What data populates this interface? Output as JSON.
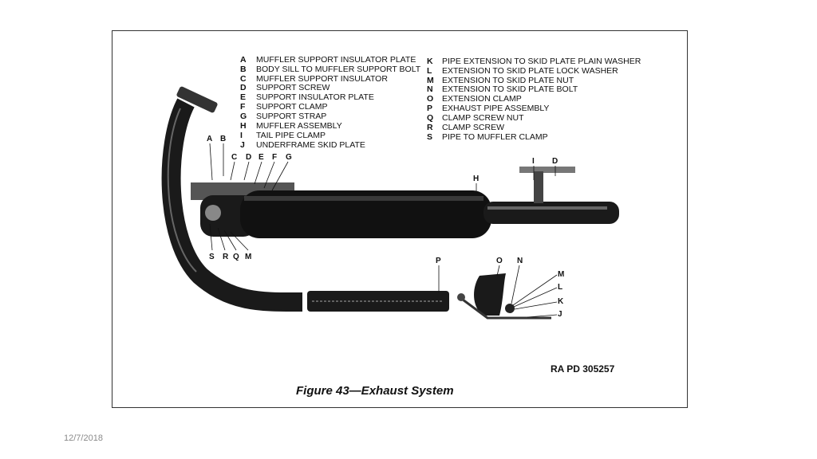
{
  "figure": {
    "caption": "Figure 43—Exhaust System",
    "reference": "RA PD 305257",
    "legend_left": [
      {
        "key": "A",
        "text": "MUFFLER SUPPORT INSULATOR PLATE"
      },
      {
        "key": "B",
        "text": "BODY SILL TO MUFFLER SUPPORT BOLT"
      },
      {
        "key": "C",
        "text": "MUFFLER SUPPORT INSULATOR"
      },
      {
        "key": "D",
        "text": "SUPPORT SCREW"
      },
      {
        "key": "E",
        "text": "SUPPORT INSULATOR PLATE"
      },
      {
        "key": "F",
        "text": "SUPPORT CLAMP"
      },
      {
        "key": "G",
        "text": "SUPPORT STRAP"
      },
      {
        "key": "H",
        "text": "MUFFLER ASSEMBLY"
      },
      {
        "key": "I",
        "text": "TAIL PIPE CLAMP"
      },
      {
        "key": "J",
        "text": "UNDERFRAME SKID PLATE"
      }
    ],
    "legend_right": [
      {
        "key": "K",
        "text": "PIPE EXTENSION TO SKID PLATE PLAIN WASHER"
      },
      {
        "key": "L",
        "text": "EXTENSION TO SKID PLATE LOCK WASHER"
      },
      {
        "key": "M",
        "text": "EXTENSION TO SKID PLATE NUT"
      },
      {
        "key": "N",
        "text": "EXTENSION TO SKID PLATE BOLT"
      },
      {
        "key": "O",
        "text": "EXTENSION CLAMP"
      },
      {
        "key": "P",
        "text": "EXHAUST PIPE ASSEMBLY"
      },
      {
        "key": "Q",
        "text": "CLAMP SCREW NUT"
      },
      {
        "key": "R",
        "text": "CLAMP SCREW"
      },
      {
        "key": "S",
        "text": "PIPE TO MUFFLER CLAMP"
      }
    ],
    "callouts": [
      "A",
      "B",
      "C",
      "D",
      "E",
      "F",
      "G",
      "H",
      "I",
      "D",
      "S",
      "R",
      "Q",
      "M",
      "P",
      "O",
      "N",
      "M",
      "L",
      "K",
      "J"
    ]
  },
  "footer": {
    "date": "12/7/2018"
  }
}
